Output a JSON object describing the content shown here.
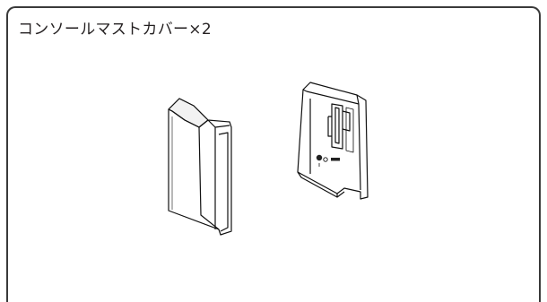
{
  "panel": {
    "caption": "コンソールマストカバー×2"
  },
  "illustration": {
    "items": [
      {
        "name": "mast-cover-front",
        "description_icon": "cover-front-view"
      },
      {
        "name": "mast-cover-back",
        "description_icon": "cover-back-view"
      }
    ]
  }
}
